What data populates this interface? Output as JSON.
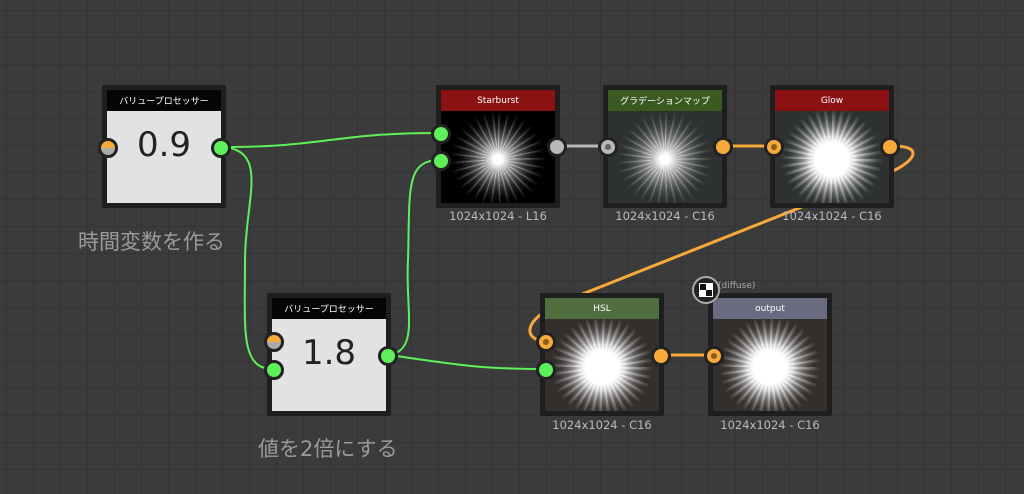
{
  "nodes": {
    "value_processor_1": {
      "title": "バリュープロセッサー",
      "value": "0.9",
      "caption": "時間変数を作る"
    },
    "value_processor_2": {
      "title": "バリュープロセッサー",
      "value": "1.8",
      "caption": "値を2倍にする"
    },
    "starburst": {
      "title": "Starburst",
      "info": "1024x1024 - L16"
    },
    "gradient_map": {
      "title": "グラデーションマップ",
      "info": "1024x1024 - C16"
    },
    "glow": {
      "title": "Glow",
      "info": "1024x1024 - C16"
    },
    "hsl": {
      "title": "HSL",
      "info": "1024x1024 - C16"
    },
    "output": {
      "title": "output",
      "info": "1024x1024 - C16",
      "usage": "(diffuse)"
    }
  },
  "colors": {
    "green_wire": "#5ef05a",
    "orange_wire": "#f7a93a",
    "gray_wire": "#b8b8b8",
    "red_header": "#8a1212",
    "green_header": "#3b5a22",
    "hsl_header": "#506e3e",
    "output_header": "#6a6a80"
  }
}
